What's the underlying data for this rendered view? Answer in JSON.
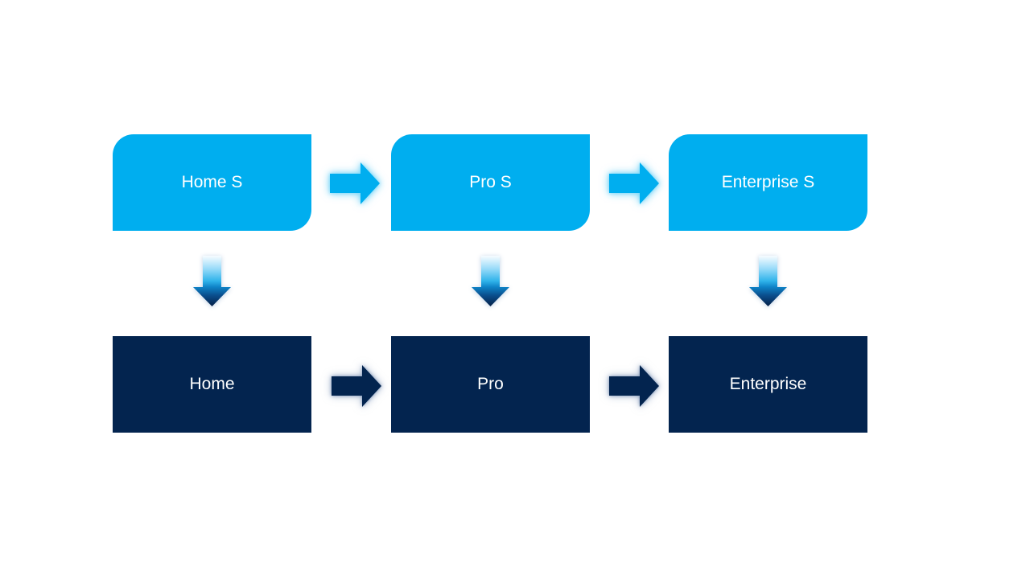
{
  "canvas": {
    "background": "#FFFFFF"
  },
  "diagram": {
    "type": "process-upgrade-flow",
    "columns": [
      {
        "top_label": "Home S",
        "bottom_label": "Home"
      },
      {
        "top_label": "Pro S",
        "bottom_label": "Pro"
      },
      {
        "top_label": "Enterprise S",
        "bottom_label": "Enterprise"
      }
    ],
    "connectors": {
      "top_row_arrows": [
        "right-arrow",
        "right-arrow"
      ],
      "bottom_row_arrows": [
        "right-arrow",
        "right-arrow"
      ],
      "column_arrows": [
        "down-arrow",
        "down-arrow",
        "down-arrow"
      ]
    },
    "colors": {
      "top_box_fill": "#00AEEF",
      "bottom_box_fill": "#03244F",
      "box_text": "#FFFFFF",
      "top_arrow_fill": "#00AEEF",
      "bottom_arrow_fill": "#03244F",
      "down_arrow_gradient": [
        "#F8FCFF",
        "#9BDCF9",
        "#2FB3EA",
        "#0E82C6",
        "#0A4F8E",
        "#052047"
      ]
    }
  }
}
